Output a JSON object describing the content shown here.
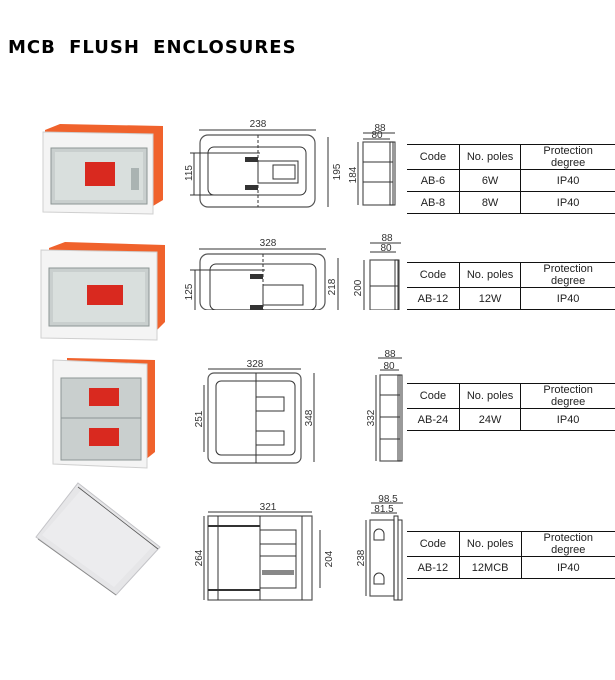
{
  "page": {
    "title": "MCB FLUSH ENCLOSURES"
  },
  "table_headers": {
    "code": "Code",
    "poles": "No. poles",
    "protection": "Protection degree"
  },
  "products": [
    {
      "name": "small-flush-enclosure",
      "photo_icon": "mcb-enclosure-photo",
      "front_dims": {
        "width": "238",
        "inner_height": "115",
        "height": "195"
      },
      "side_dims": {
        "depth_outer": "88",
        "depth_inner": "80",
        "height": "184"
      },
      "rows": [
        {
          "code": "AB-6",
          "poles": "6W",
          "protection": "IP40"
        },
        {
          "code": "AB-8",
          "poles": "8W",
          "protection": "IP40"
        }
      ]
    },
    {
      "name": "medium-flush-enclosure",
      "photo_icon": "mcb-enclosure-photo",
      "front_dims": {
        "width": "328",
        "inner_height": "125",
        "height": "218"
      },
      "side_dims": {
        "depth_outer": "88",
        "depth_inner": "80",
        "height": "200"
      },
      "rows": [
        {
          "code": "AB-12",
          "poles": "12W",
          "protection": "IP40"
        }
      ]
    },
    {
      "name": "two-row-flush-enclosure",
      "photo_icon": "mcb-enclosure-photo",
      "front_dims": {
        "width": "328",
        "inner_height": "251",
        "height": "348"
      },
      "side_dims": {
        "depth_outer": "88",
        "depth_inner": "80",
        "height": "332"
      },
      "rows": [
        {
          "code": "AB-24",
          "poles": "24W",
          "protection": "IP40"
        }
      ]
    },
    {
      "name": "metal-door-flush-enclosure",
      "photo_icon": "mcb-enclosure-photo",
      "front_dims": {
        "width": "321",
        "inner_height": "264",
        "height": "204"
      },
      "side_dims": {
        "depth_outer": "98.5",
        "depth_inner": "81.5",
        "height": "238"
      },
      "rows": [
        {
          "code": "AB-12",
          "poles": "12MCB",
          "protection": "IP40"
        }
      ]
    }
  ]
}
